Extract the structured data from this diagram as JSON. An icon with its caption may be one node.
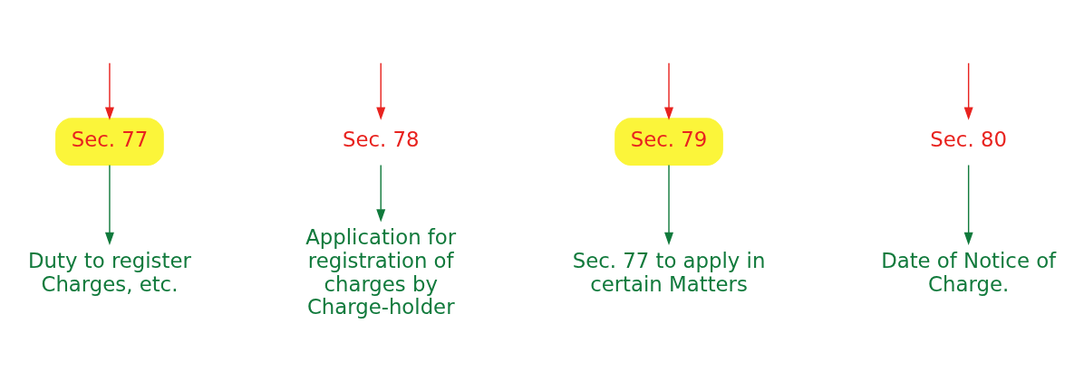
{
  "diagram": {
    "nodes": [
      {
        "text": [
          "Sec. 77"
        ]
      },
      {
        "text": [
          "Sec. 78"
        ]
      },
      {
        "text": [
          "Sec. 79"
        ]
      },
      {
        "text": [
          "Sec. 80"
        ]
      },
      {
        "text": [
          "Duty to register Charges, etc."
        ]
      },
      {
        "text": [
          "Application for registration of charges by Charge-holder"
        ]
      },
      {
        "text": [
          "Sec. 77 to apply in certain Matters"
        ]
      },
      {
        "text": [
          "Date of Notice of Charge."
        ]
      }
    ],
    "edges": [
      {
        "from": null,
        "to": 0,
        "arrow": "to",
        "color": "#e8231f"
      },
      {
        "from": null,
        "to": 1,
        "arrow": "to",
        "color": "#e8231f"
      },
      {
        "from": null,
        "to": 2,
        "arrow": "to",
        "color": "#e8231f"
      },
      {
        "from": null,
        "to": 3,
        "arrow": "to",
        "color": "#e8231f"
      },
      {
        "from": 0,
        "to": 4,
        "arrow": "to",
        "color": "#117a3c"
      },
      {
        "from": 1,
        "to": 5,
        "arrow": "to",
        "color": "#117a3c"
      },
      {
        "from": 2,
        "to": 6,
        "arrow": "to",
        "color": "#117a3c"
      },
      {
        "from": 3,
        "to": 7,
        "arrow": "to",
        "color": "#117a3c"
      }
    ]
  }
}
